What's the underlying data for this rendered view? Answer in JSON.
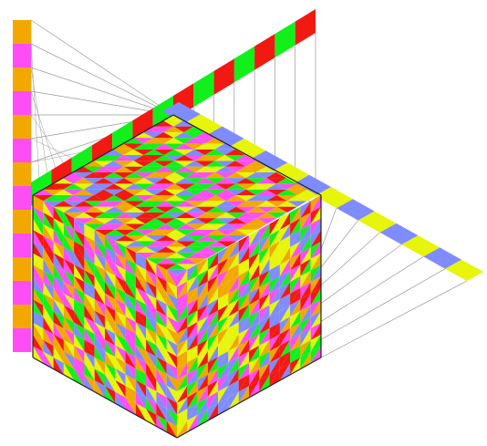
{
  "figure": {
    "kind": "isometric color-strip projection",
    "faces": [
      "left",
      "right",
      "top"
    ],
    "strips": [
      "left-vertical-strip",
      "top-diagonal-strip",
      "right-diagonal-strip"
    ]
  },
  "colors": {
    "orange": "#f2a800",
    "magenta": "#ff4df5",
    "green": "#11f01b",
    "red": "#f21912",
    "blue": "#7f8cff",
    "yellow": "#e6f50a",
    "line": "#9a9a9a",
    "edge": "#222222",
    "background": "#ffffff"
  },
  "strip_patterns": {
    "vertical": [
      "orange",
      "magenta"
    ],
    "top": [
      "green",
      "red"
    ],
    "right": [
      "blue",
      "yellow"
    ]
  },
  "grid_size": 14
}
